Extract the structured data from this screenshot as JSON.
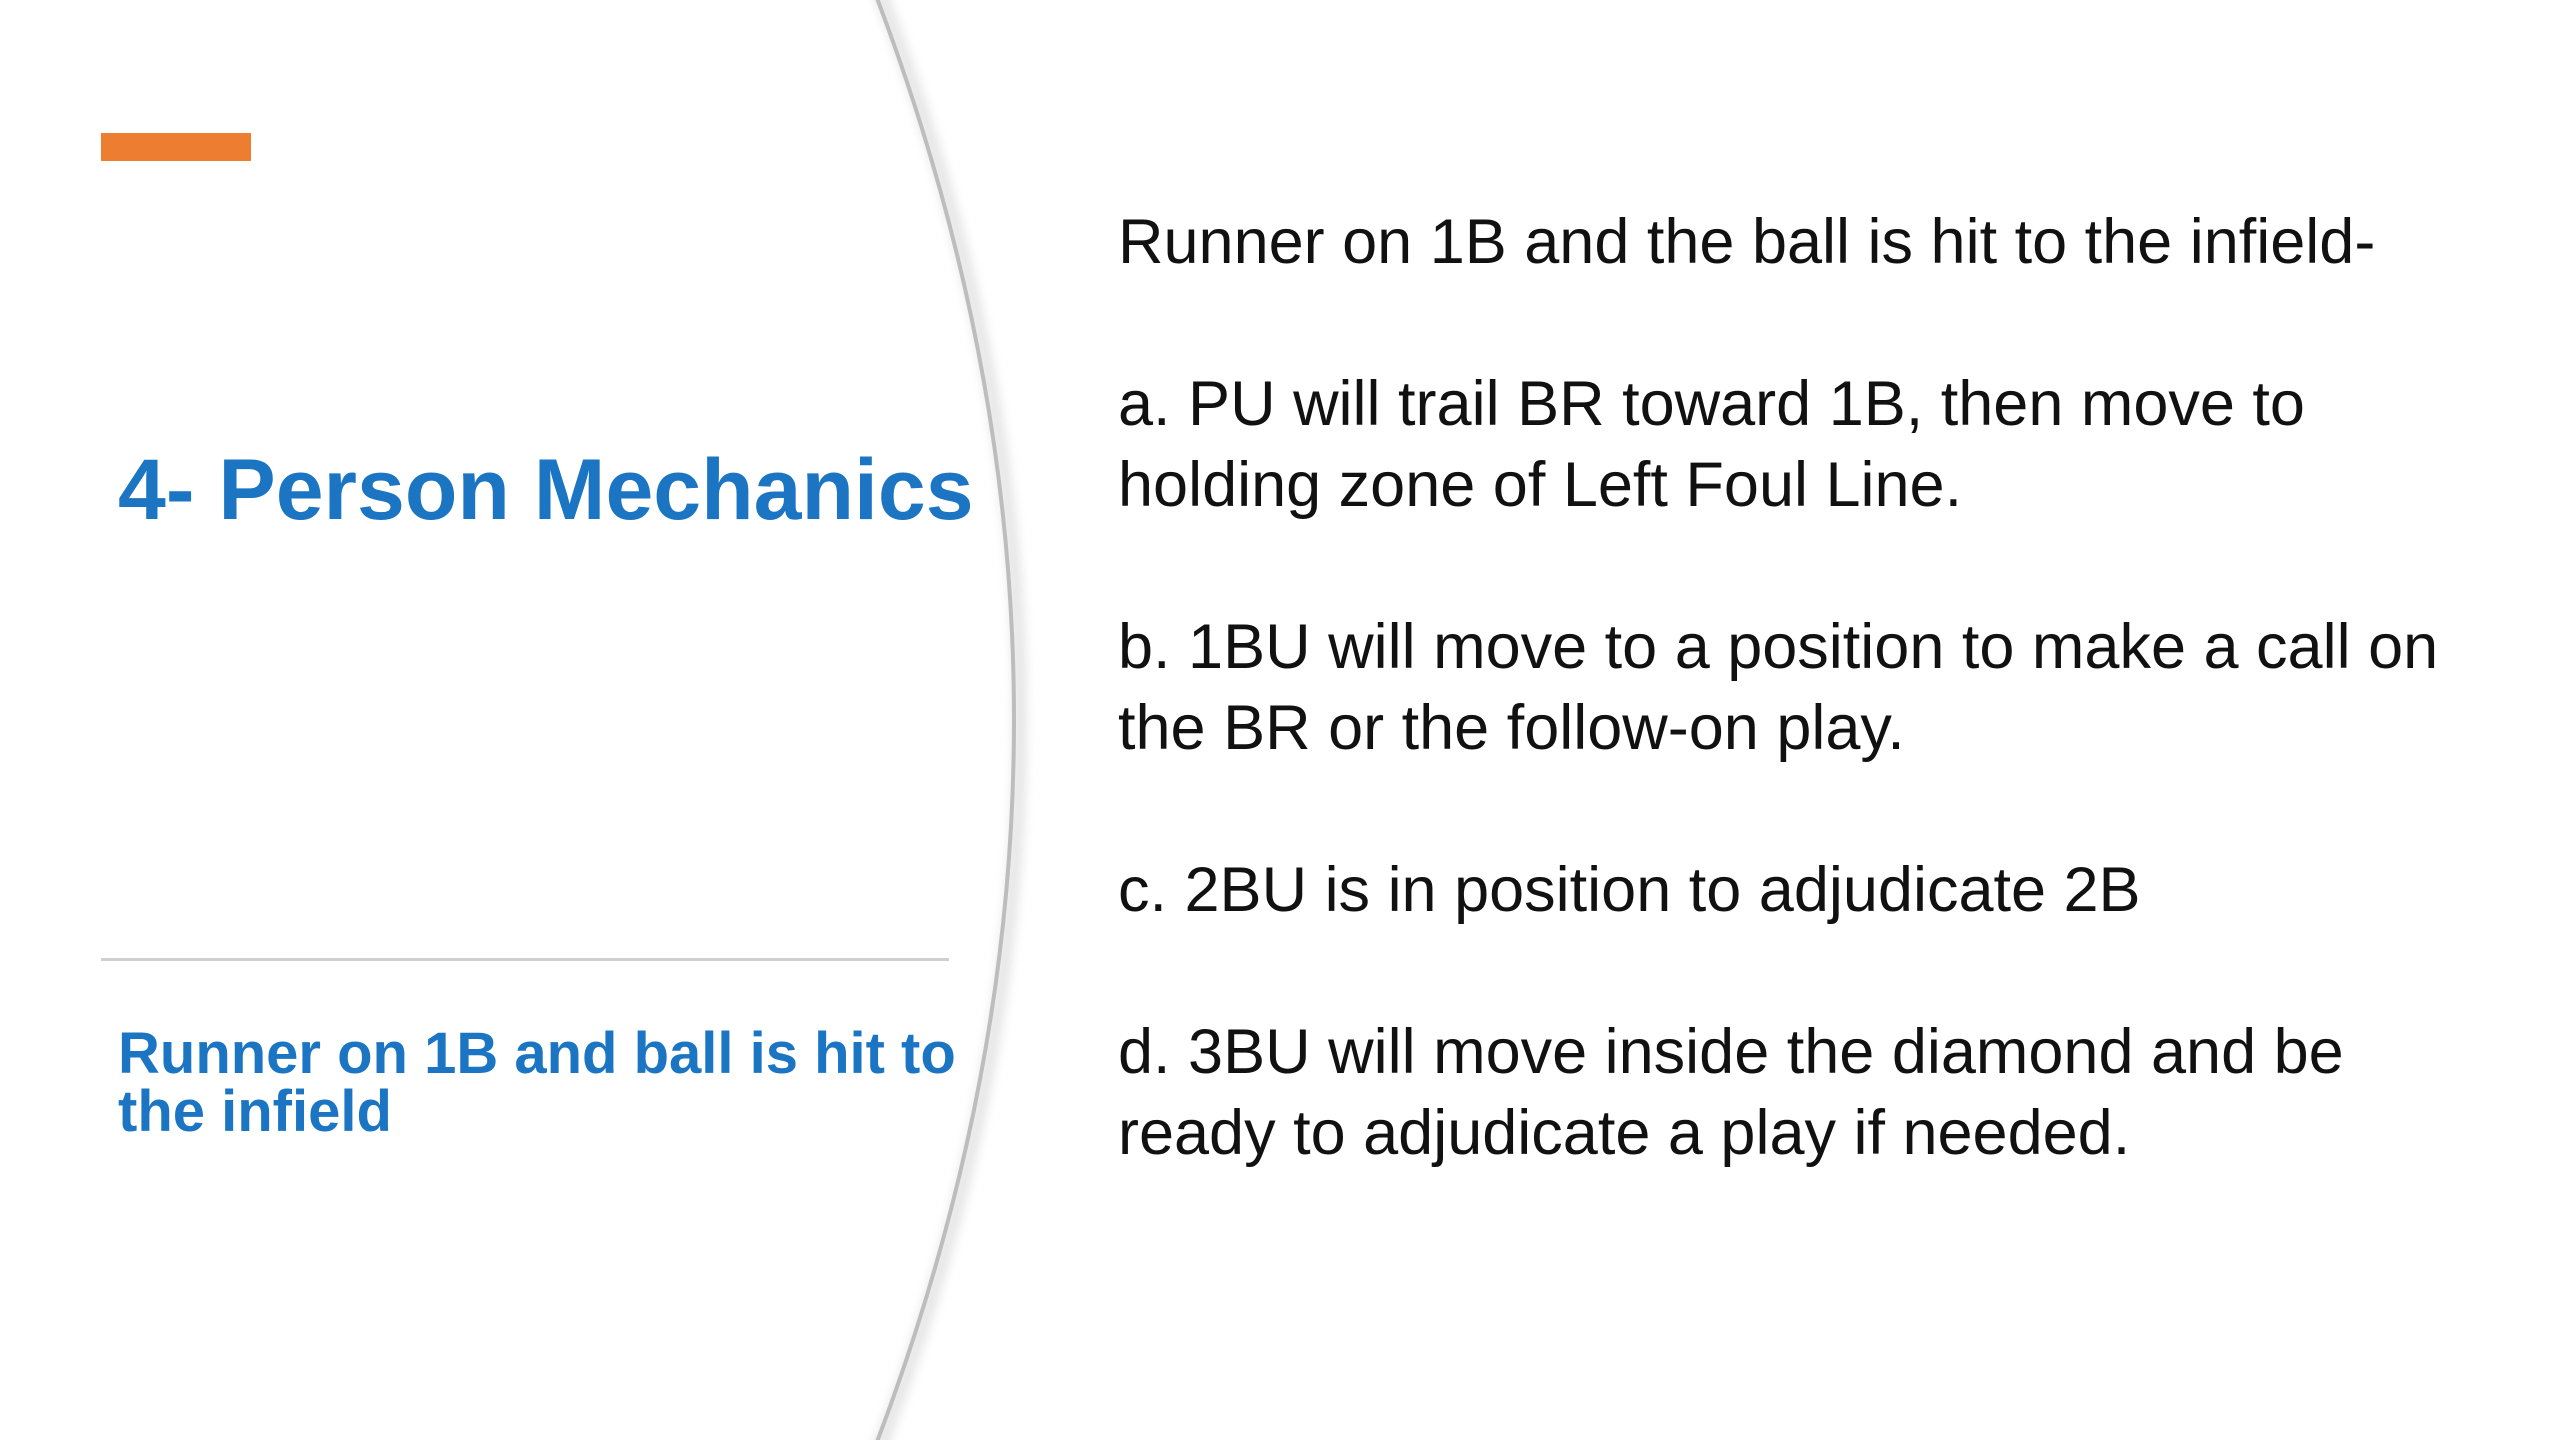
{
  "slide": {
    "title": "4- Person Mechanics",
    "subtitle": "Runner on 1B and ball is hit to the infield",
    "content": {
      "intro": "Runner on 1B and the ball is hit to the infield-",
      "items": [
        "a. PU will trail BR toward 1B, then move to holding zone of Left Foul Line.",
        "b. 1BU will move to a position to make a call on the BR or the follow-on play.",
        "c. 2BU is in position to adjudicate 2B",
        "d. 3BU will move inside the diamond and be ready to adjudicate a play if needed."
      ]
    }
  },
  "colors": {
    "accent": "#ED7D31",
    "title": "#1B75C3",
    "body_text": "#111111",
    "divider": "#D0D0D0",
    "arc": "#BDBDBD"
  }
}
